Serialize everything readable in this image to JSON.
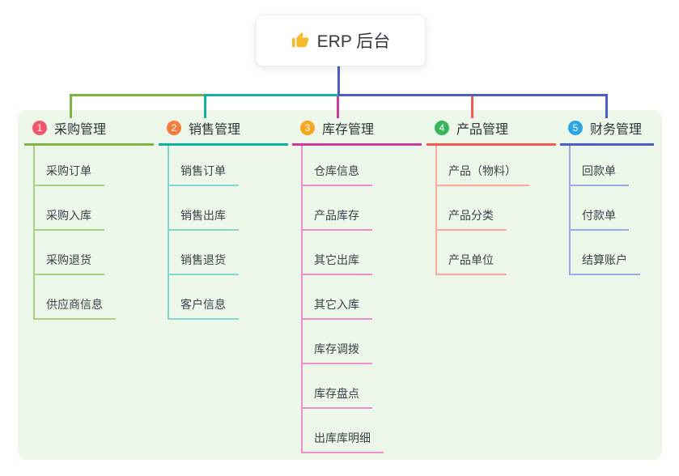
{
  "root": {
    "label": "ERP 后台",
    "icon": "thumbs-up-icon",
    "icon_color": "#F7B92C"
  },
  "panel_bg": "#ECF7EA",
  "connectors": {
    "root_drop": "#4A5EC5",
    "bus_left": "#7EB443",
    "bus_mid": "#0FB3A4",
    "bus_right": "#4A5EC5",
    "drop_1": "#7EB443",
    "drop_2": "#0FB3A4",
    "drop_3": "#CA3A9F",
    "drop_4": "#F25B52",
    "drop_5": "#4A5EC5"
  },
  "branches": [
    {
      "num": "1",
      "label": "采购管理",
      "line_color": "#7EB443",
      "child_line_color": "#ABD084",
      "badge_color": "#F1566C",
      "children": [
        "采购订单",
        "采购入库",
        "采购退货",
        "供应商信息"
      ]
    },
    {
      "num": "2",
      "label": "销售管理",
      "line_color": "#0FB3A4",
      "child_line_color": "#82D8CE",
      "badge_color": "#F07C3D",
      "children": [
        "销售订单",
        "销售出库",
        "销售退货",
        "客户信息"
      ]
    },
    {
      "num": "3",
      "label": "库存管理",
      "line_color": "#CA3A9F",
      "child_line_color": "#EC8ECB",
      "badge_color": "#F6A722",
      "children": [
        "仓库信息",
        "产品库存",
        "其它出库",
        "其它入库",
        "库存调拨",
        "库存盘点",
        "出库库明细"
      ]
    },
    {
      "num": "4",
      "label": "产品管理",
      "line_color": "#F25B52",
      "child_line_color": "#F9A8A2",
      "badge_color": "#35B55C",
      "children": [
        "产品（物料）",
        "产品分类",
        "产品单位"
      ]
    },
    {
      "num": "5",
      "label": "财务管理",
      "line_color": "#4A5EC5",
      "child_line_color": "#9BABE2",
      "badge_color": "#2BA4E4",
      "children": [
        "回款单",
        "付款单",
        "结算账户"
      ]
    }
  ]
}
